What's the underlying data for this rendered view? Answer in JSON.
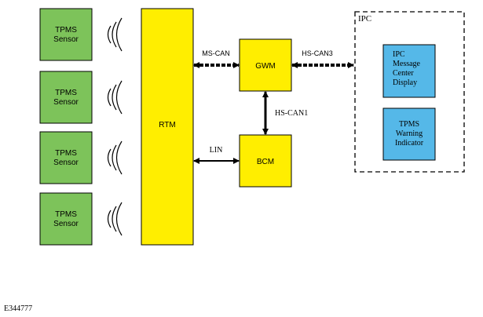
{
  "sensors": [
    {
      "line1": "TPMS",
      "line2": "Sensor"
    },
    {
      "line1": "TPMS",
      "line2": "Sensor"
    },
    {
      "line1": "TPMS",
      "line2": "Sensor"
    },
    {
      "line1": "TPMS",
      "line2": "Sensor"
    }
  ],
  "modules": {
    "rtm": "RTM",
    "gwm": "GWM",
    "bcm": "BCM"
  },
  "ipc": {
    "title": "IPC",
    "message_center": {
      "line1": "IPC",
      "line2": "Message",
      "line3": "Center",
      "line4": "Display"
    },
    "warning_indicator": {
      "line1": "TPMS",
      "line2": "Warning",
      "line3": "Indicator"
    }
  },
  "connections": {
    "ms_can": "MS-CAN",
    "hs_can3": "HS-CAN3",
    "hs_can1": "HS-CAN1",
    "lin": "LIN"
  },
  "figure_id": "E344777",
  "colors": {
    "sensor_fill": "#7dc35a",
    "module_fill": "#ffee00",
    "ipc_fill": "#55b8e8",
    "line": "#000000"
  }
}
